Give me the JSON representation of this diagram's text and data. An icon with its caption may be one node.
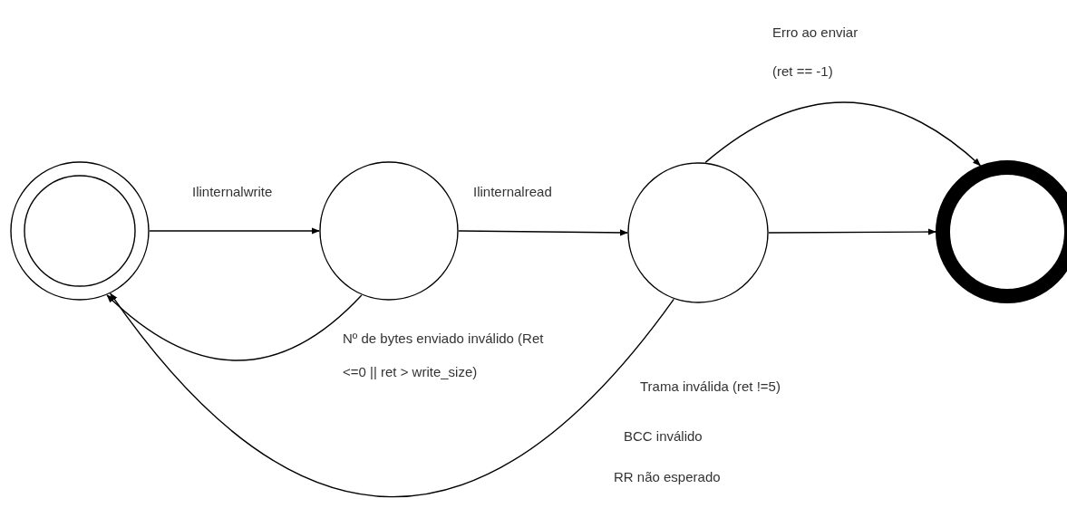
{
  "diagram": {
    "nodes": [
      {
        "text": [],
        "shape": "circle"
      },
      {
        "text": [],
        "shape": "circle"
      },
      {
        "text": [],
        "shape": "circle"
      },
      {
        "text": [],
        "shape": "circle"
      }
    ],
    "edges": [
      {
        "from": 0,
        "to": 1,
        "arrow": "to",
        "label": "Ilinternalwrite"
      },
      {
        "from": 1,
        "to": 2,
        "arrow": "to",
        "label": "Ilinternalread"
      },
      {
        "from": 2,
        "to": 3,
        "arrow": "to"
      },
      {
        "from": 2,
        "to": 3,
        "arrow": "to",
        "label": "Erro ao enviar (ret == -1)"
      },
      {
        "from": 1,
        "to": 0,
        "arrow": "to",
        "label": "Nº de bytes enviado inválido (Ret <=0 || ret > write_size)"
      },
      {
        "from": 2,
        "to": 0,
        "arrow": "to",
        "label": "Trama inválida (ret !=5)"
      }
    ],
    "labels": [
      "BCC inválido",
      "RR não esperado"
    ]
  }
}
